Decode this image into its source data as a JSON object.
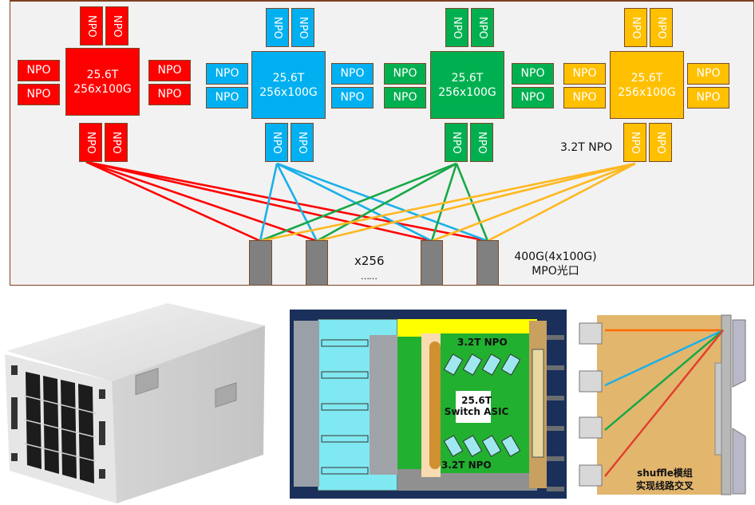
{
  "topology": {
    "switches": [
      {
        "id": "red",
        "color": "#ff0000",
        "asic_line1": "25.6T",
        "asic_line2": "256x100G",
        "npo_label": "NPO"
      },
      {
        "id": "blue",
        "color": "#00b0f0",
        "asic_line1": "25.6T",
        "asic_line2": "256x100G",
        "npo_label": "NPO"
      },
      {
        "id": "green",
        "color": "#00b050",
        "asic_line1": "25.6T",
        "asic_line2": "256x100G",
        "npo_label": "NPO"
      },
      {
        "id": "orange",
        "color": "#ffc000",
        "asic_line1": "25.6T",
        "asic_line2": "256x100G",
        "npo_label": "NPO"
      }
    ],
    "npo_annotation": "3.2T NPO",
    "port_count_label": "x256",
    "ellipsis": "……",
    "port_label_line1": "400G(4x100G)",
    "port_label_line2": "MPO光口",
    "link_colors": {
      "red": "#ff0000",
      "blue": "#1ab0e8",
      "green": "#18a848",
      "orange": "#ffb820"
    },
    "port_fill": "#808080"
  },
  "board": {
    "npo_top_label": "3.2T NPO",
    "asic_line1": "25.6T",
    "asic_line2": "Switch ASIC",
    "npo_bottom_label": "3.2T NPO"
  },
  "shuffle": {
    "label_line1": "shuffle模组",
    "label_line2": "实现线路交叉",
    "line_colors": [
      "#ff6a00",
      "#1ab0e8",
      "#18a848",
      "#e04030"
    ]
  }
}
